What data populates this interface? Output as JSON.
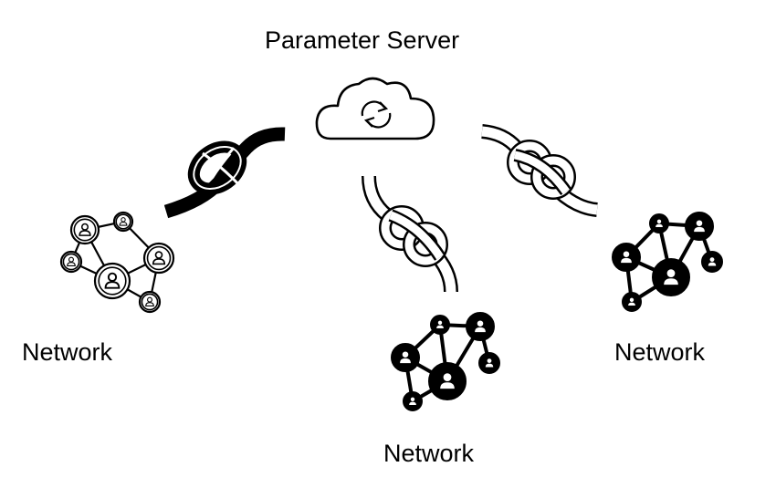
{
  "labels": {
    "server": "Parameter Server",
    "network_left": "Network",
    "network_bottom": "Network",
    "network_right": "Network"
  },
  "colors": {
    "ink": "#000000",
    "paper": "#ffffff"
  },
  "icons": {
    "server": "cloud-sync-icon",
    "network": "people-network-icon",
    "link": "rope-knot-icon"
  }
}
